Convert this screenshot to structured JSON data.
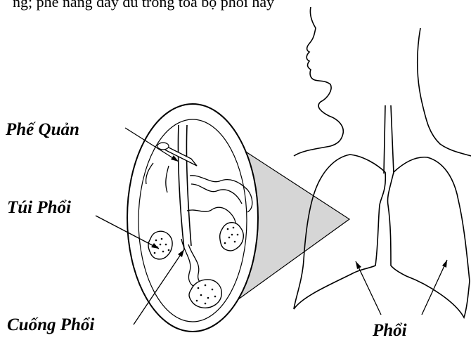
{
  "header": {
    "partial_text": "ng; phế nang đầy đủ trong tòa bộ phổi hay"
  },
  "labels": {
    "phe_quan": "Phế Quản",
    "tui_phoi": "Túi Phổi",
    "cuong_phoi": "Cuống Phổi",
    "phoi": "Phổi"
  },
  "colors": {
    "line": "#000000",
    "cone_fill": "#d6d6d6",
    "background": "#ffffff"
  }
}
